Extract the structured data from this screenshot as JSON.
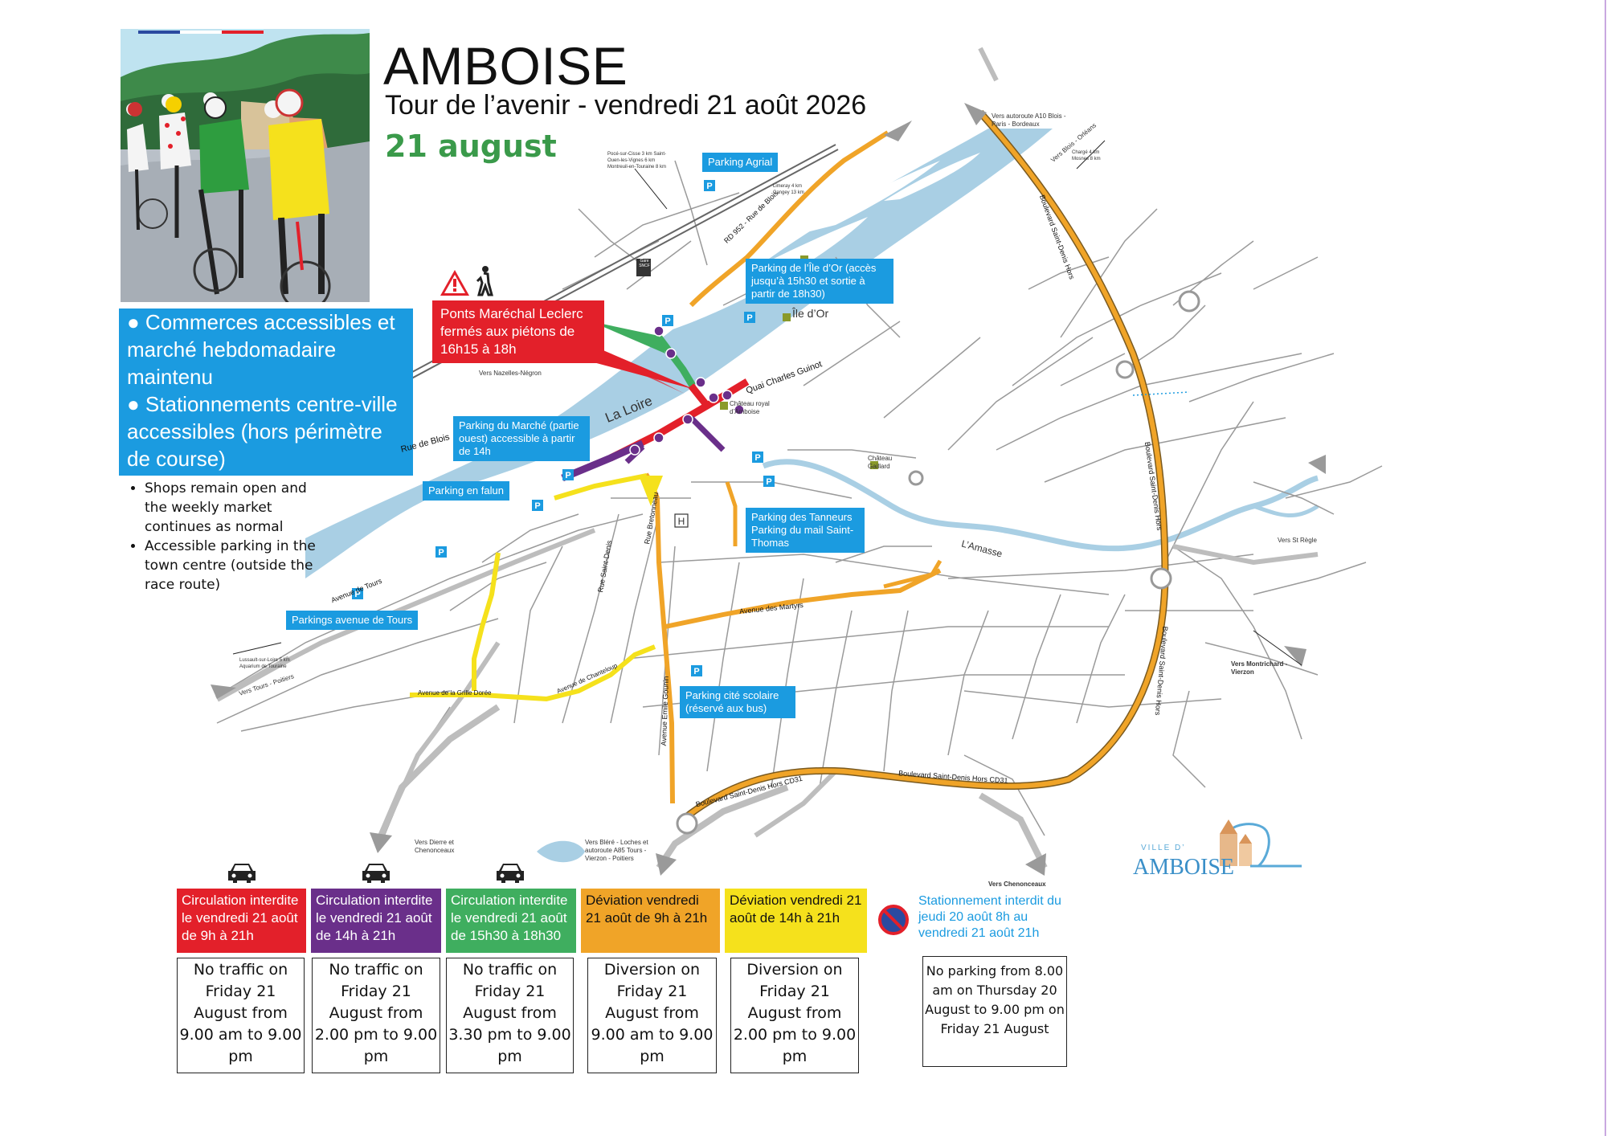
{
  "header": {
    "title": "AMBOISE",
    "subtitle": "Tour de l’avenir - vendredi 21 août 2026",
    "date_en": "21 august"
  },
  "info_box": {
    "line1": "● Commerces accessibles et marché hebdomadaire maintenu",
    "line2": "● Stationnements centre-ville accessibles (hors périmètre de course)"
  },
  "bullets_en": [
    "Shops remain open and the weekly market continues as normal",
    "Accessible parking in the town centre (outside the race route)"
  ],
  "warning": {
    "text": "Ponts Maréchal Leclerc fermés aux piétons de 16h15 à 18h"
  },
  "parkings": {
    "agrial": "Parking Agrial",
    "ile_dor": "Parking de l’Île d’Or (accès jusqu’à 15h30 et sortie à partir de 18h30)",
    "marche": "Parking du Marché (partie ouest) accessible à partir de 14h",
    "falun": "Parking en falun",
    "tanneurs": "Parking des Tanneurs Parking du mail Saint-Thomas",
    "tours": "Parkings avenue de Tours",
    "cite_scolaire": "Parking cité scolaire (réservé aux bus)"
  },
  "map_labels": {
    "loire": "La Loire",
    "amasse": "L’Amasse",
    "ile_dor": "Île d’Or",
    "chateau_royal": "Château royal d’Amboise",
    "chateau_clos": "Château Gaillard",
    "quai": "Quai Charles Guinot",
    "rue_de_blois": "Rue de Blois",
    "rd952": "RD 952 - Rue de Blois",
    "bd_saint_denis": "Boulevard Saint-Denis Hors",
    "bd_cd31": "Boulevard Saint-Denis Hors CD31",
    "rue_saint_denis": "Rue Saint-Denis",
    "avenue_des_martyrs": "Avenue des Martyrs",
    "avenue_emile_gounin": "Avenue Emile Gounin",
    "rue_bretonneau": "Rue Bretonneau",
    "avenue_de_tours": "Avenue de Tours",
    "avenue_grille_doree": "Avenue de la Grille Dorée",
    "avenue_chanteloup": "Avenue de Chanteloup",
    "vers_a10": "Vers autoroute A10 Blois - Paris - Bordeaux",
    "vers_blois": "Vers Blois - Orléans",
    "vers_st_regle": "Vers St Règle",
    "vers_montrichard": "Vers Montrichard - Vierzon",
    "vers_chenonceaux": "Vers Chenonceaux",
    "vers_dierre": "Vers Dierre et Chenonceaux",
    "vers_blere": "Vers Bléré - Loches et autoroute A85 Tours - Vierzon - Poitiers",
    "vers_tours": "Vers Tours - Poitiers",
    "vers_nazelles": "Vers Nazelles-Négron",
    "vers_pocé": "Pocé-sur-Cisse 3 km Saint-Ouen-les-Vignes 6 km Montreuil-en-Touraine 8 km",
    "vers_limeray": "Limeray 4 km Cangey 13 km",
    "vers_lussault": "Lussault-sur-Loire 5 km Aquarium de Touraine",
    "vers_chargé": "Chargé 4 km Mosnes 8 km",
    "gare": "Gare SNCF"
  },
  "legend": [
    {
      "fr": "Circulation interdite le vendredi 21 août de 9h à 21h",
      "en": "No traffic on Friday 21 August from 9.00 am to 9.00 pm",
      "color": "#e3202a",
      "car": true
    },
    {
      "fr": "Circulation interdite le vendredi 21 août de 14h à 21h",
      "en": "No traffic on Friday 21 August from 2.00 pm to 9.00 pm",
      "color": "#6a2f8a",
      "car": true
    },
    {
      "fr": "Circulation interdite le vendredi 21 août de 15h30 à 18h30",
      "en": "No traffic on Friday 21 August from 3.30 pm to 9.00 pm",
      "color": "#3fae5f",
      "car": true
    },
    {
      "fr": "Déviation vendredi 21 août de 9h à 21h",
      "en": "Diversion on Friday 21 August from 9.00 am to 9.00 pm",
      "color": "#f0a428",
      "car": false
    },
    {
      "fr": "Déviation vendredi 21 août de 14h à 21h",
      "en": "Diversion on Friday 21 August from 2.00 pm to 9.00 pm",
      "color": "#f5e11c",
      "car": false
    }
  ],
  "no_parking": {
    "fr": "Stationnement interdit du jeudi 20 août 8h au vendredi 21 août 21h",
    "en": "No parking from 8.00 am on Thursday 20 August to 9.00 pm on Friday 21 August"
  },
  "logo": {
    "small": "VILLE D’",
    "big": "AMBOISE"
  },
  "colors": {
    "red": "#e3202a",
    "purple": "#6a2f8a",
    "green": "#3fae5f",
    "orange": "#f0a428",
    "yellow": "#f5e11c",
    "blue_label": "#1b9be0",
    "river": "#a9cfe4"
  }
}
